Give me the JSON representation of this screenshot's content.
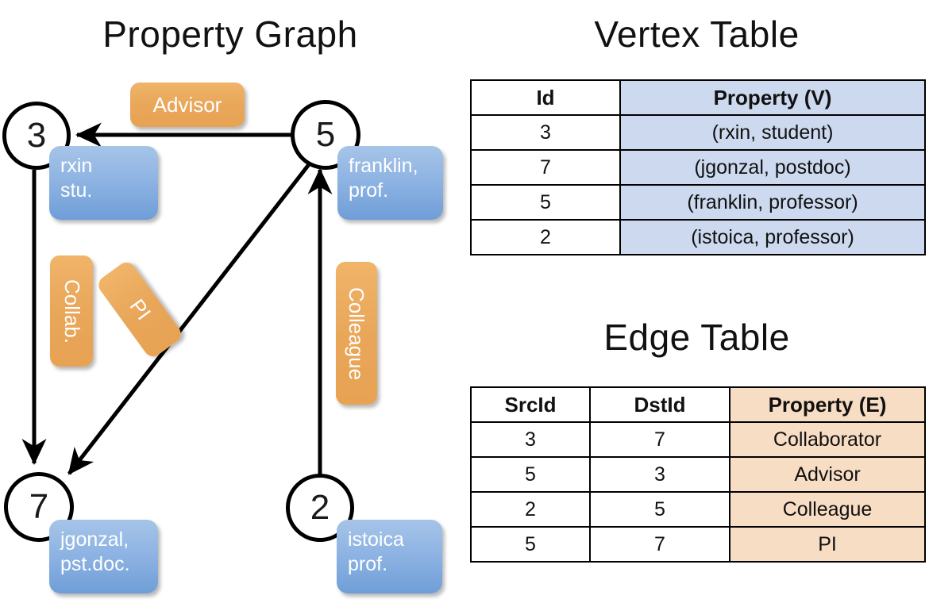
{
  "titles": {
    "property_graph": "Property Graph",
    "vertex_table": "Vertex Table",
    "edge_table": "Edge Table"
  },
  "graph": {
    "nodes": [
      {
        "id": "3",
        "label": "3",
        "property_lines": [
          "rxin",
          "stu."
        ]
      },
      {
        "id": "5",
        "label": "5",
        "property_lines": [
          "franklin,",
          "prof."
        ]
      },
      {
        "id": "7",
        "label": "7",
        "property_lines": [
          "jgonzal,",
          "pst.doc."
        ]
      },
      {
        "id": "2",
        "label": "2",
        "property_lines": [
          "istoica",
          "prof."
        ]
      }
    ],
    "edge_labels": [
      {
        "key": "advisor",
        "text": "Advisor"
      },
      {
        "key": "collab",
        "text": "Collab."
      },
      {
        "key": "pi",
        "text": "PI"
      },
      {
        "key": "colleague",
        "text": "Colleague"
      }
    ]
  },
  "vertex_table": {
    "headers": [
      "Id",
      "Property (V)"
    ],
    "rows": [
      {
        "id": "3",
        "property": "(rxin, student)"
      },
      {
        "id": "7",
        "property": "(jgonzal, postdoc)"
      },
      {
        "id": "5",
        "property": "(franklin, professor)"
      },
      {
        "id": "2",
        "property": "(istoica, professor)"
      }
    ]
  },
  "edge_table": {
    "headers": [
      "SrcId",
      "DstId",
      "Property (E)"
    ],
    "rows": [
      {
        "src": "3",
        "dst": "7",
        "property": "Collaborator"
      },
      {
        "src": "5",
        "dst": "3",
        "property": "Advisor"
      },
      {
        "src": "2",
        "dst": "5",
        "property": "Colleague"
      },
      {
        "src": "5",
        "dst": "7",
        "property": "PI"
      }
    ]
  },
  "colors": {
    "vertex_property_fill": "#ccd9ef",
    "edge_property_fill": "#f7ddc3",
    "node_box_blue": "#8fb4e3",
    "edge_label_orange": "#e9a75a",
    "stroke": "#000000",
    "background": "#ffffff"
  }
}
